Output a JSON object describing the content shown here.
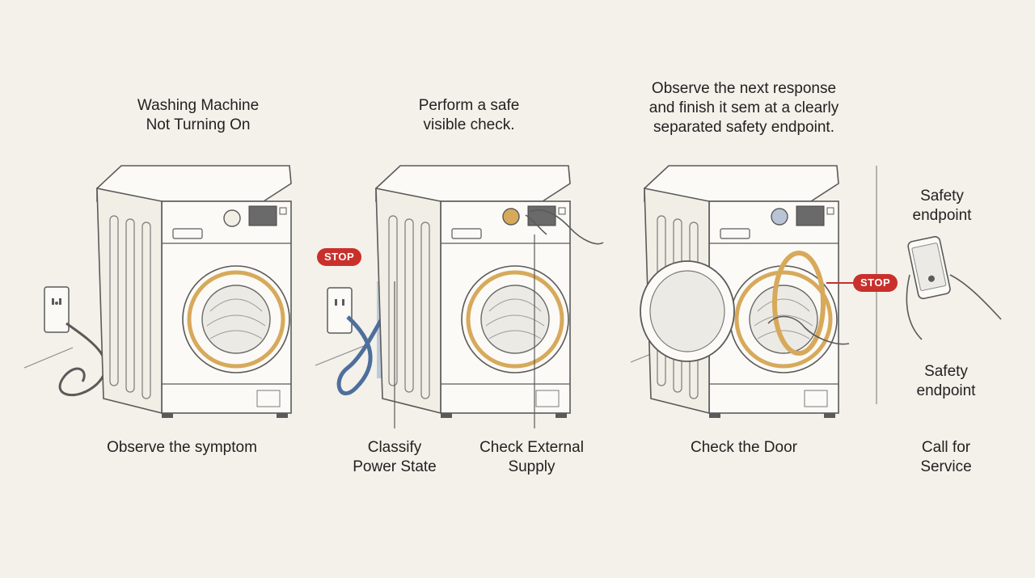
{
  "colors": {
    "background": "#f4f1ea",
    "stroke": "#5a5a5a",
    "accent_gold": "#d7a95b",
    "highlight_blue": "#7d9cc8",
    "stop_red": "#c9302c"
  },
  "panels": [
    {
      "top_text": "Washing Machine\nNot Turning On",
      "bottom_text": "Observe the symptom"
    },
    {
      "top_text": "Perform a safe\nvisible check.",
      "bottom_text_left": "Classify\nPower State",
      "bottom_text_right": "Check External\nSupply",
      "stop_label": "STOP"
    },
    {
      "top_text": "Observe the next response\nand finish it sem at a clearly\nseparated safety endpoint.",
      "bottom_text": "Check the Door",
      "stop_label": "STOP"
    },
    {
      "top_text": "Safety\nendpoint",
      "middle_text": "Safety\nendpoint",
      "bottom_text": "Call for\nService"
    }
  ],
  "icons": [
    "wall-outlet-icon",
    "washing-machine-icon",
    "power-cord-icon",
    "hand-icon",
    "open-door-icon",
    "smartphone-icon"
  ]
}
